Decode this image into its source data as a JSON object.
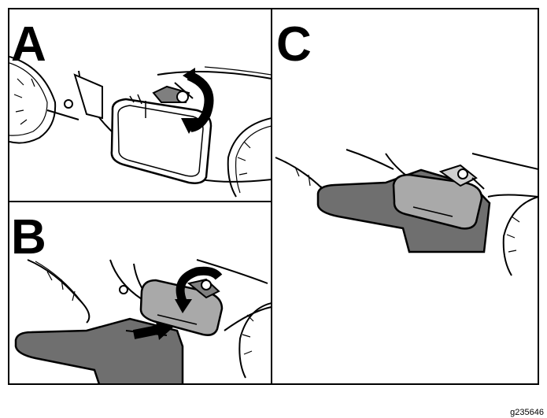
{
  "panels": [
    {
      "label": "A"
    },
    {
      "label": "B"
    },
    {
      "label": "C"
    }
  ],
  "figure_id": "g235646",
  "colors": {
    "chute_fill": "#6f6f6f",
    "shield_fill": "#a9a9a9",
    "knob_fill": "#7f7f7f",
    "line": "#000000",
    "background": "#ffffff"
  }
}
